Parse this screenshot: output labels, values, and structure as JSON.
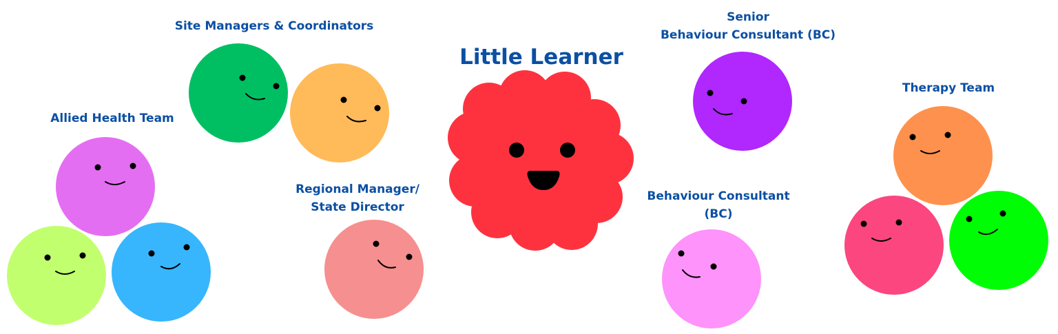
{
  "title": "Little Learner",
  "colors": {
    "label_text": "#0b4fa3",
    "learner": "#fe323f",
    "face_features": "#000000"
  },
  "groups": [
    {
      "label_lines": [
        "Allied Health Team"
      ],
      "faces": [
        {
          "color": "#e46ef2"
        },
        {
          "color": "#c1ff6e"
        },
        {
          "color": "#37b6fd"
        }
      ]
    },
    {
      "label_lines": [
        "Site Managers & Coordinators"
      ],
      "faces": [
        {
          "color": "#00bf63"
        },
        {
          "color": "#ffbb59"
        }
      ]
    },
    {
      "label_lines": [
        "Regional Manager/",
        "State Director"
      ],
      "faces": [
        {
          "color": "#f68f8f"
        }
      ]
    },
    {
      "label_lines": [
        "Senior",
        "Behaviour Consultant (BC)"
      ],
      "faces": [
        {
          "color": "#b028fd"
        }
      ]
    },
    {
      "label_lines": [
        "Behaviour Consultant",
        "(BC)"
      ],
      "faces": [
        {
          "color": "#fd93fb"
        }
      ]
    },
    {
      "label_lines": [
        "Therapy Team"
      ],
      "faces": [
        {
          "color": "#fe914d"
        },
        {
          "color": "#fb4680"
        },
        {
          "color": "#00fd06"
        }
      ]
    }
  ]
}
